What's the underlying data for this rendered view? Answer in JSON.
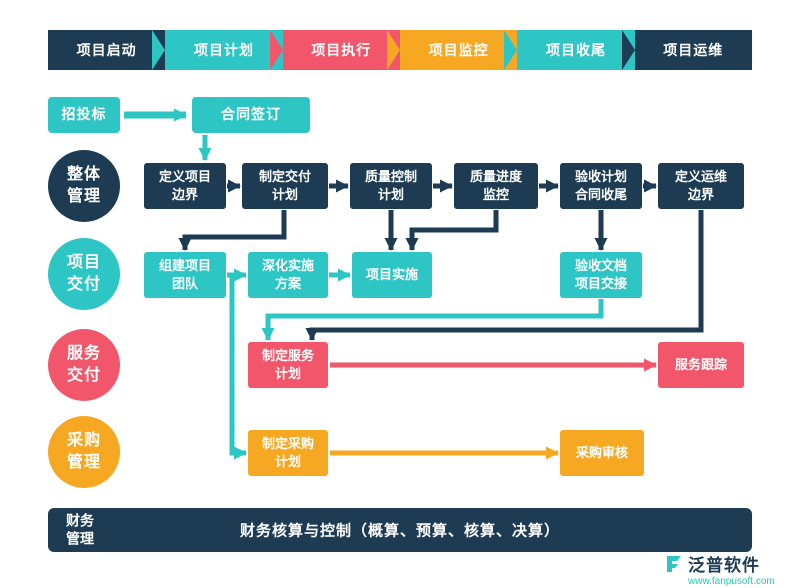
{
  "palette": {
    "navy": "#1d3c53",
    "teal": "#2ec5c5",
    "red": "#f2566a",
    "orange": "#f7a823",
    "background": "#ffffff"
  },
  "phases": [
    "项目启动",
    "项目计划",
    "项目执行",
    "项目监控",
    "项目收尾",
    "项目运维"
  ],
  "bidding": "招投标",
  "contract": "合同签订",
  "lanes": {
    "overall": "整体\n管理",
    "delivery": "项目\n交付",
    "service": "服务\n交付",
    "procurement": "采购\n管理",
    "finance": "财务\n管理"
  },
  "overall_row": [
    "定义项目\n边界",
    "制定交付\n计划",
    "质量控制\n计划",
    "质量进度\n监控",
    "验收计划\n合同收尾",
    "定义运维\n边界"
  ],
  "delivery_row": [
    "组建项目\n团队",
    "深化实施\n方案",
    "项目实施",
    "验收文档\n项目交接"
  ],
  "service_row": [
    "制定服务\n计划",
    "服务跟踪"
  ],
  "procurement_row": [
    "制定采购\n计划",
    "采购审核"
  ],
  "finance_title": "财务核算与控制（概算、预算、核算、决算）",
  "footer": {
    "brand": "泛普软件",
    "site": "www.fanpusoft.com"
  }
}
